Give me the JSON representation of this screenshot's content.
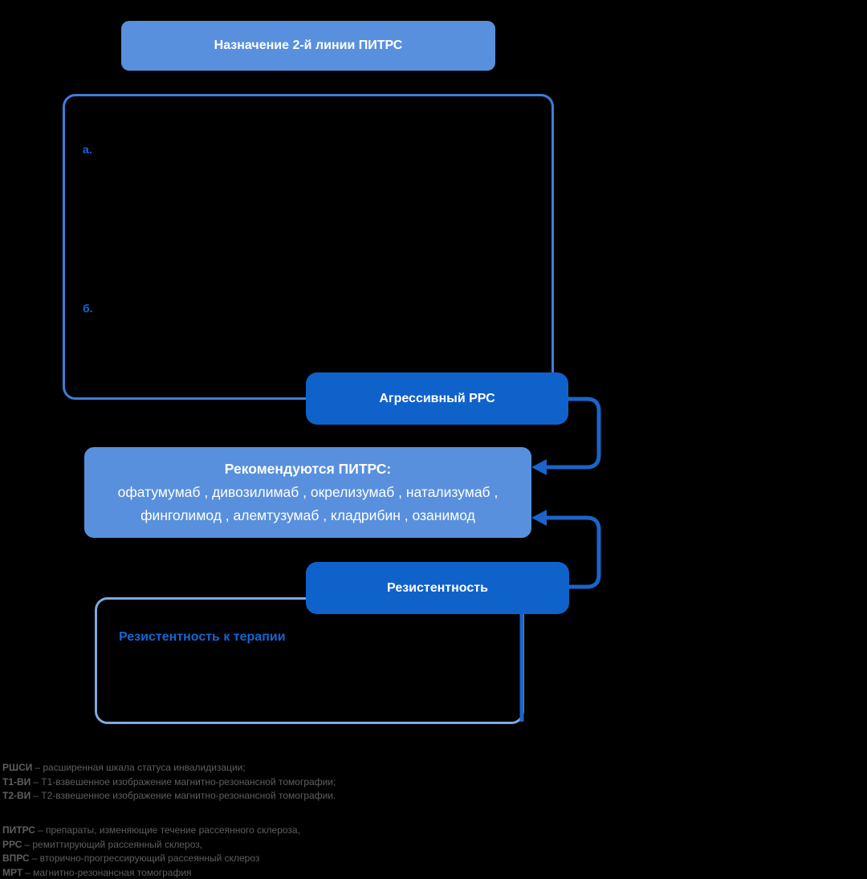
{
  "colors": {
    "background": "#000000",
    "medium_blue": "#5890dd",
    "dark_blue": "#1062cb",
    "criteria_border_blue": "#3e7dd8",
    "detail_border_light_blue": "#7fa9e2",
    "connector_blue": "#1b64c9",
    "accent_text_blue": "#1565d4",
    "footnote_gray": "#5e5e5e",
    "box_text_white": "#ffffff"
  },
  "header": {
    "title": "Назначение 2-й линии ПИТРС"
  },
  "criteria_box": {
    "item_a_label": "а.",
    "item_b_label": "б."
  },
  "flow": {
    "aggressive_label": "Агрессивный РРС",
    "recommend": {
      "title": "Рекомендуются ПИТРС:",
      "drugs_line1": "офатумумаб , дивозилимаб , окрелизумаб , натализумаб ,",
      "drugs_line2": "финголимод , алемтузумаб , кладрибин , озанимод"
    },
    "resistance_label": "Резистентность",
    "resistance_detail_title": "Резистентность к терапии"
  },
  "footnotes": {
    "block1": [
      {
        "abbr": "РШСИ",
        "text": "– расширенная шкала статуса инвалидизации;"
      },
      {
        "abbr": "Т1-ВИ",
        "text": "– Т1-взвешенное изображение магнитно-резонансной томографии;"
      },
      {
        "abbr": "Т2-ВИ",
        "text": "– Т2-взвешенное изображение магнитно-резонансной томографии."
      }
    ],
    "block2": [
      {
        "abbr": "ПИТРС",
        "text": "– препараты, изменяющие течение рассеянного склероза,"
      },
      {
        "abbr": "РРС",
        "text": "– ремиттирующий рассеянный склероз,"
      },
      {
        "abbr": "ВПРС",
        "text": "– вторично-прогрессирующий рассеянный склероз"
      },
      {
        "abbr": "МРТ",
        "text": "– магнитно-резонансная томография"
      }
    ]
  }
}
